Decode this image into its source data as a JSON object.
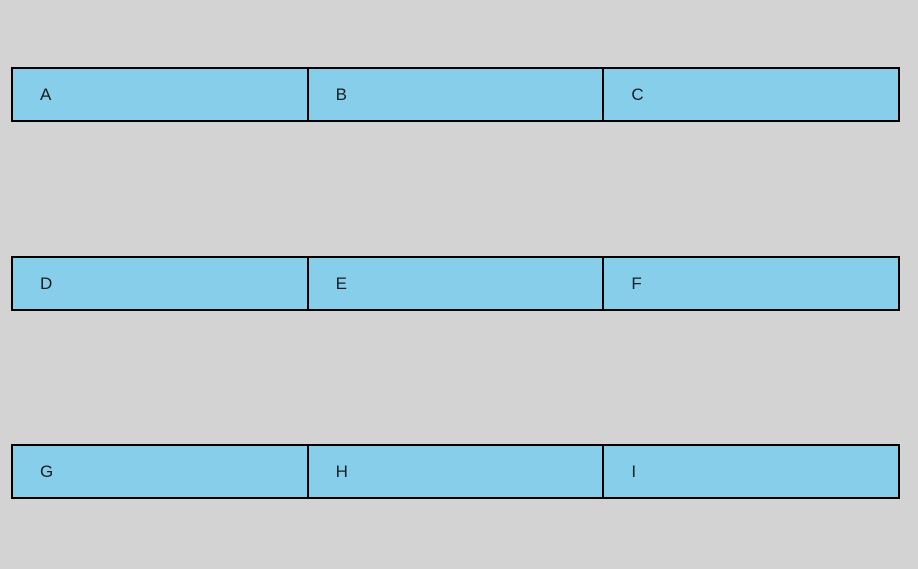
{
  "grid": {
    "rows": [
      {
        "cells": [
          {
            "label": "A"
          },
          {
            "label": "B"
          },
          {
            "label": "C"
          }
        ]
      },
      {
        "cells": [
          {
            "label": "D"
          },
          {
            "label": "E"
          },
          {
            "label": "F"
          }
        ]
      },
      {
        "cells": [
          {
            "label": "G"
          },
          {
            "label": "H"
          },
          {
            "label": "I"
          }
        ]
      }
    ],
    "colors": {
      "background": "#d3d3d3",
      "cell_fill": "#87ceeb",
      "border": "#000000",
      "text": "#1c1c1c"
    }
  }
}
